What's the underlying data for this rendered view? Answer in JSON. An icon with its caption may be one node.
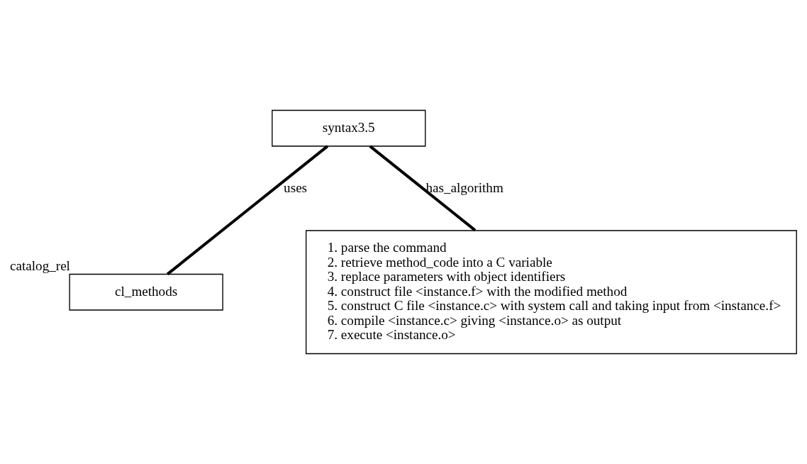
{
  "diagram": {
    "nodes": [
      {
        "text": [
          "syntax3.5"
        ]
      },
      {
        "text": [
          "cl_methods"
        ],
        "beside": [
          "catalog_rel"
        ]
      },
      {
        "text": [
          "1. parse the command",
          "2. retrieve method_code into a C variable",
          "3. replace parameters with object identifiers",
          "4. construct file <instance.f> with the modified method",
          "5. construct C file <instance.c> with system call and taking input from <instance.f>",
          "6. compile <instance.c> giving <instance.o> as output",
          "7. execute <instance.o>"
        ]
      }
    ],
    "edges": [
      {
        "from": 0,
        "to": 1,
        "arrow": "none",
        "label": "uses"
      },
      {
        "from": 0,
        "to": 2,
        "arrow": "none",
        "label": "has_algorithm"
      }
    ]
  }
}
